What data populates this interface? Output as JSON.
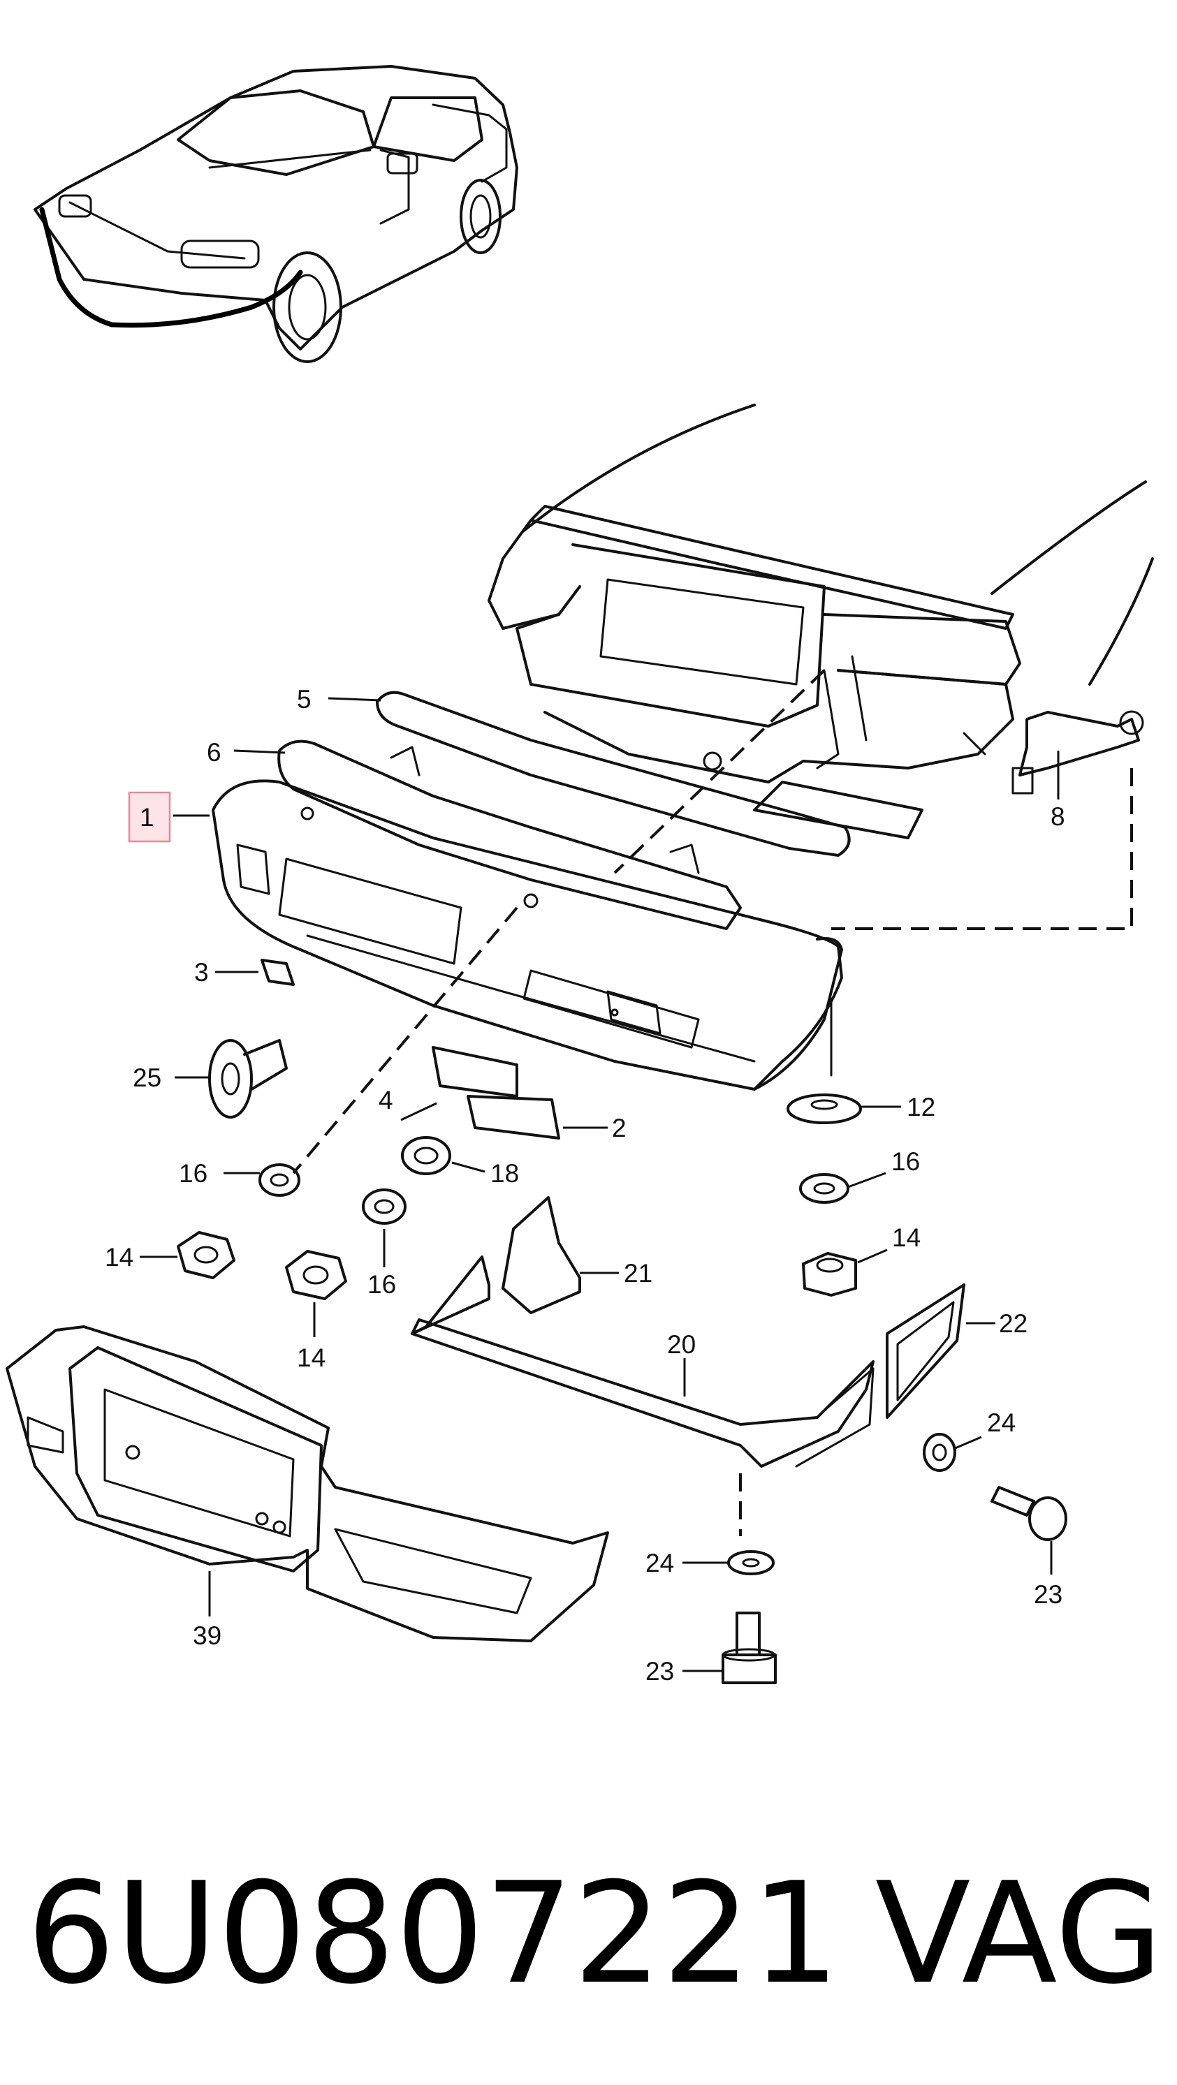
{
  "caption": {
    "part_number": "6U0807221",
    "brand": "VAG"
  },
  "callouts": [
    {
      "id": "c1",
      "label": "1",
      "highlighted": true
    },
    {
      "id": "c2",
      "label": "2"
    },
    {
      "id": "c3",
      "label": "3"
    },
    {
      "id": "c4",
      "label": "4"
    },
    {
      "id": "c5",
      "label": "5"
    },
    {
      "id": "c6",
      "label": "6"
    },
    {
      "id": "c8",
      "label": "8"
    },
    {
      "id": "c12",
      "label": "12"
    },
    {
      "id": "c14a",
      "label": "14"
    },
    {
      "id": "c14b",
      "label": "14"
    },
    {
      "id": "c14c",
      "label": "14"
    },
    {
      "id": "c16a",
      "label": "16"
    },
    {
      "id": "c16b",
      "label": "16"
    },
    {
      "id": "c16c",
      "label": "16"
    },
    {
      "id": "c18",
      "label": "18"
    },
    {
      "id": "c20",
      "label": "20"
    },
    {
      "id": "c21",
      "label": "21"
    },
    {
      "id": "c22",
      "label": "22"
    },
    {
      "id": "c23a",
      "label": "23"
    },
    {
      "id": "c23b",
      "label": "23"
    },
    {
      "id": "c24a",
      "label": "24"
    },
    {
      "id": "c24b",
      "label": "24"
    },
    {
      "id": "c25",
      "label": "25"
    },
    {
      "id": "c39",
      "label": "39"
    }
  ],
  "colors": {
    "line": "#111111",
    "highlight_fill": "#fbe3e6",
    "highlight_border": "#e38b98"
  }
}
